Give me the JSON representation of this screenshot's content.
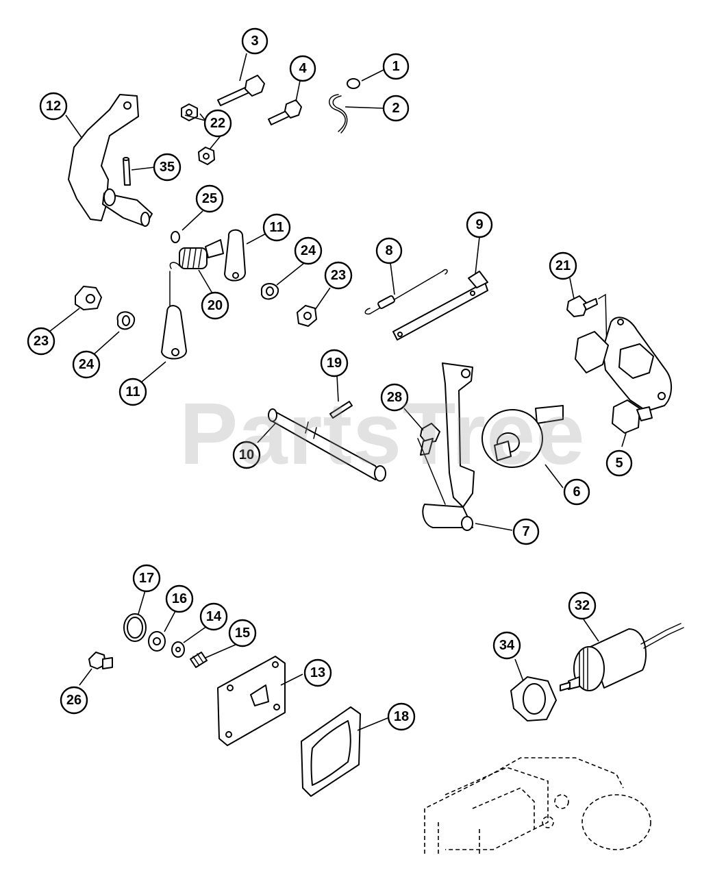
{
  "watermark": "PartsTree",
  "callouts": {
    "c1": "1",
    "c2": "2",
    "c3": "3",
    "c4": "4",
    "c5": "5",
    "c6": "6",
    "c7": "7",
    "c8": "8",
    "c9": "9",
    "c10": "10",
    "c11a": "11",
    "c11b": "11",
    "c12": "12",
    "c13": "13",
    "c14": "14",
    "c15": "15",
    "c16": "16",
    "c17": "17",
    "c18": "18",
    "c19": "19",
    "c20": "20",
    "c21": "21",
    "c22": "22",
    "c23a": "23",
    "c23b": "23",
    "c24a": "24",
    "c24b": "24",
    "c25": "25",
    "c26": "26",
    "c28": "28",
    "c32": "32",
    "c34": "34",
    "c35": "35"
  }
}
